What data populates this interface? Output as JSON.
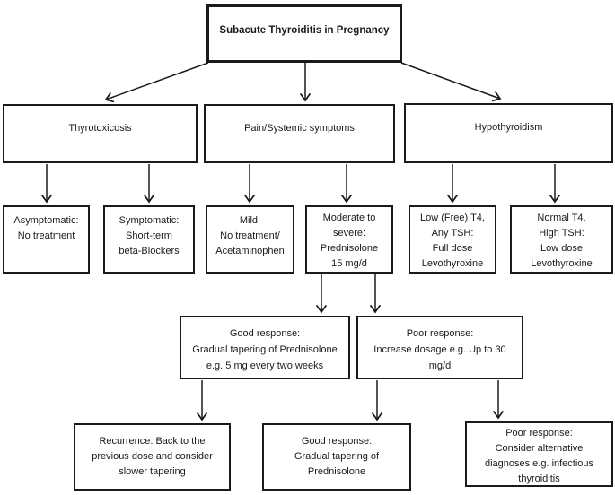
{
  "diagram": {
    "type": "flowchart",
    "title": "Subacute Thyroiditis in Pregnancy",
    "colors": {
      "background": "#ffffff",
      "border": "#1a1a1a",
      "text": "#1a1a1a",
      "arrow": "#1a1a1a"
    },
    "nodes": {
      "root": {
        "text": "Subacute Thyroiditis in Pregnancy"
      },
      "thyro": {
        "text": "Thyrotoxicosis"
      },
      "pain": {
        "text": "Pain/Systemic symptoms"
      },
      "hypo": {
        "text": "Hypothyroidism"
      },
      "asym": {
        "text": "Asymptomatic:\nNo treatment"
      },
      "symp": {
        "text": "Symptomatic:\nShort-term\nbeta-Blockers"
      },
      "mild": {
        "text": "Mild:\nNo treatment/\nAcetaminophen"
      },
      "mod": {
        "text": "Moderate to\nsevere:\nPrednisolone\n15 mg/d"
      },
      "lowt4": {
        "text": "Low (Free) T4,\nAny TSH:\nFull dose\nLevothyroxine"
      },
      "normt4": {
        "text": "Normal T4,\nHigh TSH:\nLow dose\nLevothyroxine"
      },
      "good1": {
        "text": "Good response:\nGradual tapering of Prednisolone\ne.g. 5 mg every two weeks"
      },
      "poor1": {
        "text": "Poor response:\nIncrease dosage e.g. Up to 30\nmg/d"
      },
      "recur": {
        "text": "Recurrence: Back to the\nprevious dose and consider\nslower tapering"
      },
      "good2": {
        "text": "Good response:\nGradual tapering of\nPrednisolone"
      },
      "poor2": {
        "text": "Poor response:\nConsider alternative\ndiagnoses e.g. infectious\nthyroiditis"
      }
    },
    "edges": [
      {
        "from": "root",
        "to": "thyro"
      },
      {
        "from": "root",
        "to": "pain"
      },
      {
        "from": "root",
        "to": "hypo"
      },
      {
        "from": "thyro",
        "to": "asym"
      },
      {
        "from": "thyro",
        "to": "symp"
      },
      {
        "from": "pain",
        "to": "mild"
      },
      {
        "from": "pain",
        "to": "mod"
      },
      {
        "from": "hypo",
        "to": "lowt4"
      },
      {
        "from": "hypo",
        "to": "normt4"
      },
      {
        "from": "mod",
        "to": "good1"
      },
      {
        "from": "mod",
        "to": "poor1"
      },
      {
        "from": "good1",
        "to": "recur"
      },
      {
        "from": "poor1",
        "to": "good2"
      },
      {
        "from": "poor1",
        "to": "poor2"
      }
    ]
  }
}
